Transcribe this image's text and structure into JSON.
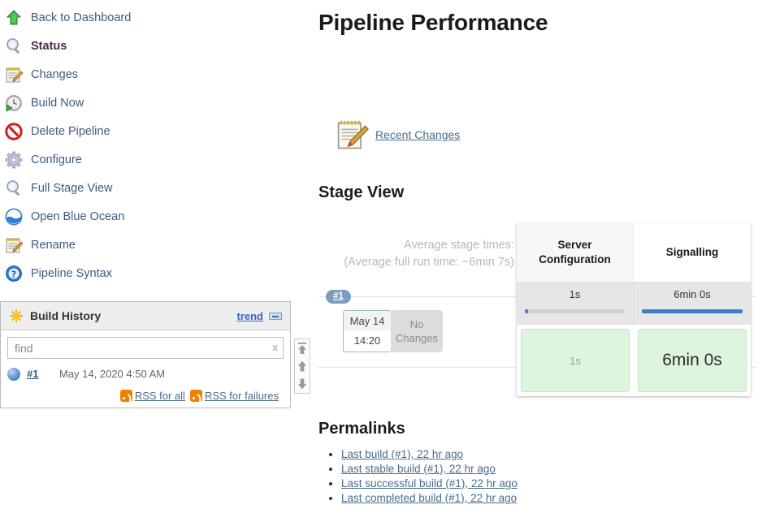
{
  "sidebar": {
    "tasks": [
      {
        "label": "Back to Dashboard",
        "icon": "up-arrow-icon",
        "active": false
      },
      {
        "label": "Status",
        "icon": "magnifier-icon",
        "active": true
      },
      {
        "label": "Changes",
        "icon": "notepad-pencil-icon",
        "active": false
      },
      {
        "label": "Build Now",
        "icon": "clock-play-icon",
        "active": false
      },
      {
        "label": "Delete Pipeline",
        "icon": "no-entry-icon",
        "active": false
      },
      {
        "label": "Configure",
        "icon": "gear-icon",
        "active": false
      },
      {
        "label": "Full Stage View",
        "icon": "magnifier-icon",
        "active": false
      },
      {
        "label": "Open Blue Ocean",
        "icon": "blue-ocean-icon",
        "active": false
      },
      {
        "label": "Rename",
        "icon": "notepad-pencil-icon",
        "active": false
      },
      {
        "label": "Pipeline Syntax",
        "icon": "question-mark-icon",
        "active": false
      }
    ],
    "build_history": {
      "title": "Build History",
      "trend_label": "trend",
      "find_value": "find",
      "find_clear": "x",
      "builds": [
        {
          "number": "#1",
          "date": "May 14, 2020 4:50 AM"
        }
      ],
      "rss_all": "RSS for all",
      "rss_failures": "RSS for failures"
    }
  },
  "main": {
    "title": "Pipeline Performance",
    "recent_changes_label": "Recent Changes",
    "stage_view_heading": "Stage View",
    "average_line1": "Average stage times:",
    "average_line2": "(Average full run time: ~6min 7s)",
    "build_badge": "#1",
    "build_date": "May 14",
    "build_time": "14:20",
    "changes_label": "No Changes",
    "permalinks_heading": "Permalinks",
    "permalinks": [
      "Last build (#1), 22 hr ago",
      "Last stable build (#1), 22 hr ago",
      "Last successful build (#1), 22 hr ago",
      "Last completed build (#1), 22 hr ago"
    ]
  },
  "chart_data": {
    "type": "table",
    "title": "Stage View",
    "columns": [
      "Server Configuration",
      "Signalling"
    ],
    "average_times": [
      "1s",
      "6min 0s"
    ],
    "average_bar_pct": [
      3,
      100
    ],
    "rows": [
      {
        "build": "#1",
        "date": "May 14",
        "time": "14:20",
        "changes": "No Changes",
        "cells": [
          "1s",
          "6min 0s"
        ],
        "status": "success"
      }
    ],
    "average_full_run_time": "~6min 7s",
    "colors": {
      "success_fill": "#ddf4dd",
      "success_border": "#c9e2c9",
      "bar_fill": "#3f7fbf",
      "bar_track": "#d2d2d2",
      "avg_row_bg": "#e6e6e6"
    }
  }
}
